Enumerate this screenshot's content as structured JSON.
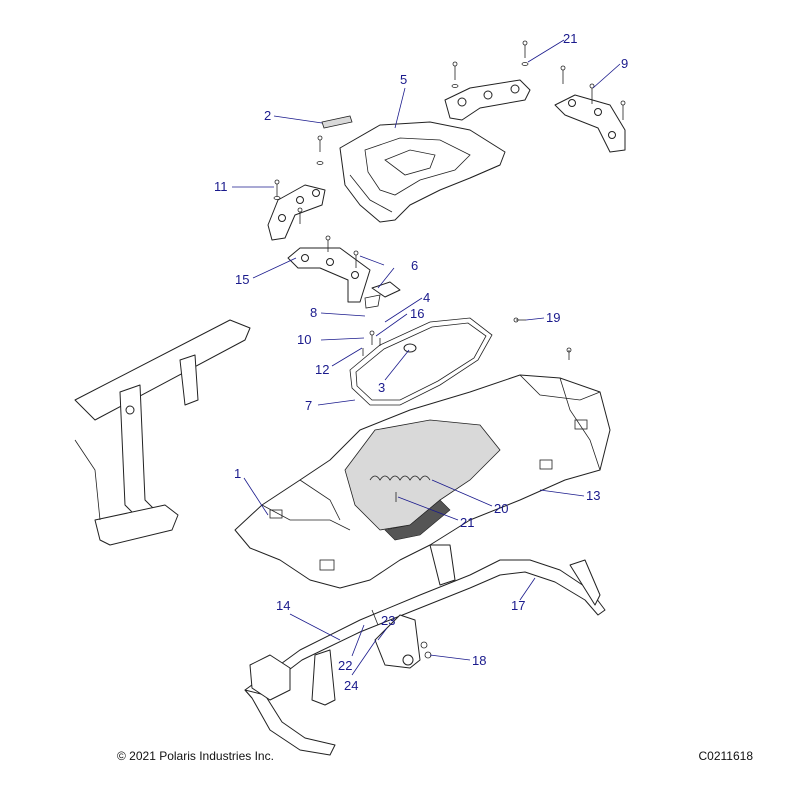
{
  "footer": {
    "copyright": "© 2021 Polaris Industries Inc.",
    "diagram_code": "C0211618"
  },
  "callouts": {
    "c1": "1",
    "c2": "2",
    "c3": "3",
    "c4": "4",
    "c5": "5",
    "c6": "6",
    "c7": "7",
    "c8": "8",
    "c9": "9",
    "c10": "10",
    "c11": "11",
    "c12": "12",
    "c13": "13",
    "c14": "14",
    "c15": "15",
    "c16": "16",
    "c17": "17",
    "c18": "18",
    "c19": "19",
    "c20": "20",
    "c21a": "21",
    "c21b": "21",
    "c22": "22",
    "c23": "23",
    "c24": "24"
  },
  "colors": {
    "callout": "#1a1a8c",
    "line": "#222222"
  }
}
